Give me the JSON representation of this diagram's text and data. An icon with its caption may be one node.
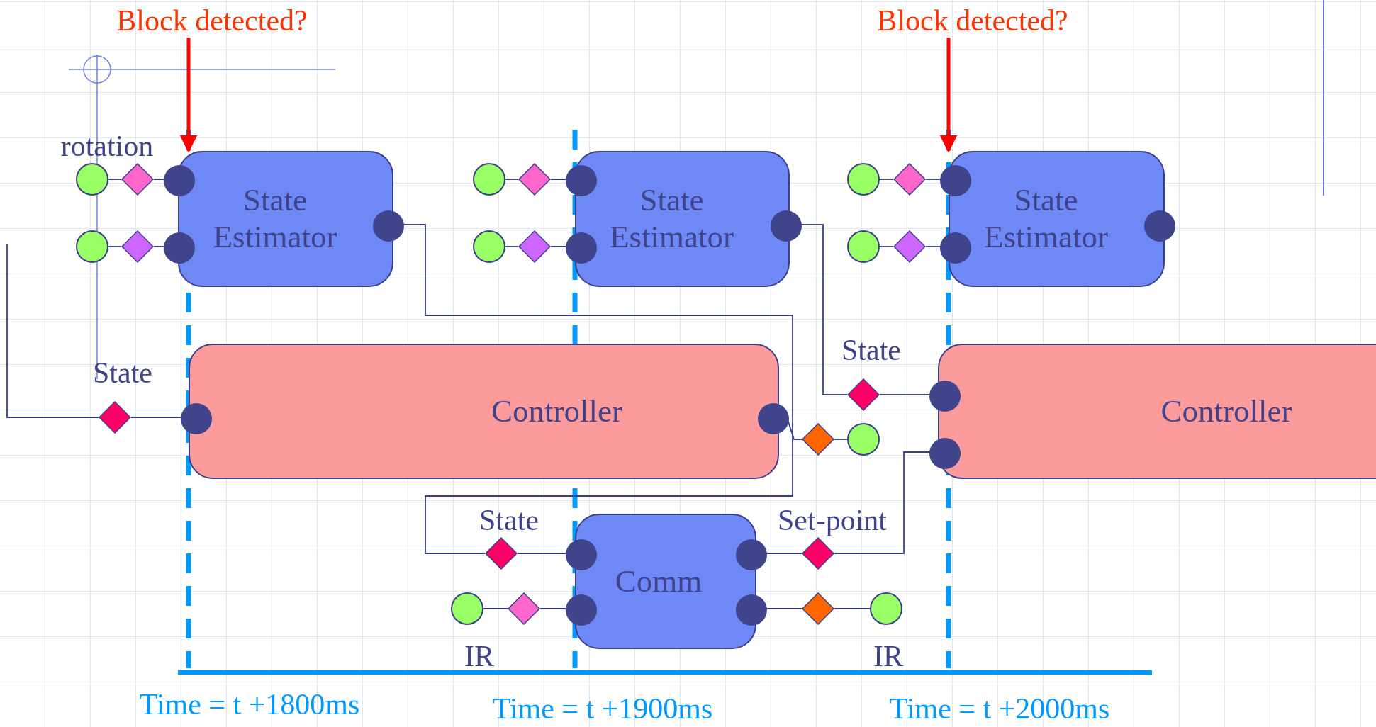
{
  "diagram": {
    "nodes": [
      {
        "text": [
          "Block detected?"
        ]
      },
      {
        "text": [
          "Block detected?"
        ]
      },
      {
        "text": [],
        "shape": "circle"
      },
      {
        "text": [],
        "shape": "diamond"
      },
      {
        "text": [
          "State Estimator"
        ]
      },
      {
        "text": [],
        "shape": "circle"
      },
      {
        "text": [],
        "shape": "diamond"
      },
      {
        "text": [],
        "shape": "circle"
      },
      {
        "text": [],
        "shape": "diamond"
      },
      {
        "text": [
          "State Estimator"
        ]
      },
      {
        "text": [],
        "shape": "circle"
      },
      {
        "text": [],
        "shape": "diamond"
      },
      {
        "text": [],
        "shape": "circle"
      },
      {
        "text": [],
        "shape": "diamond"
      },
      {
        "text": [
          "State Estimator"
        ]
      },
      {
        "text": [],
        "shape": "circle"
      },
      {
        "text": [],
        "shape": "diamond"
      },
      {
        "text": [],
        "shape": "diamond"
      },
      {
        "text": [
          "Controller"
        ]
      },
      {
        "text": [],
        "shape": "diamond"
      },
      {
        "text": [
          "Controller"
        ]
      },
      {
        "text": [],
        "shape": "diamond"
      },
      {
        "text": [],
        "shape": "circle"
      },
      {
        "text": [],
        "shape": "diamond"
      },
      {
        "text": [
          "Comm"
        ]
      },
      {
        "text": [],
        "shape": "diamond"
      },
      {
        "text": [],
        "shape": "circle"
      },
      {
        "text": [],
        "shape": "diamond"
      },
      {
        "text": [],
        "shape": "diamond"
      },
      {
        "text": [],
        "shape": "circle"
      }
    ],
    "edges": [
      {
        "from": 0,
        "to": 4,
        "arrow": "to",
        "style": "thick",
        "color": "#ff0000"
      },
      {
        "from": 1,
        "to": 14,
        "arrow": "to",
        "style": "thick",
        "color": "#ff0000"
      },
      {
        "from": 2,
        "to": 3,
        "arrow": "none"
      },
      {
        "from": 3,
        "to": 4,
        "arrow": "none"
      },
      {
        "from": 5,
        "to": 6,
        "arrow": "none"
      },
      {
        "from": 6,
        "to": 4,
        "arrow": "none"
      },
      {
        "from": 7,
        "to": 8,
        "arrow": "none"
      },
      {
        "from": 8,
        "to": 9,
        "arrow": "none"
      },
      {
        "from": 10,
        "to": 11,
        "arrow": "none"
      },
      {
        "from": 11,
        "to": 9,
        "arrow": "none"
      },
      {
        "from": 12,
        "to": 13,
        "arrow": "none"
      },
      {
        "from": 13,
        "to": 14,
        "arrow": "none"
      },
      {
        "from": 15,
        "to": 16,
        "arrow": "none"
      },
      {
        "from": 16,
        "to": 14,
        "arrow": "none"
      },
      {
        "from": null,
        "to": 17,
        "arrow": "none"
      },
      {
        "from": 17,
        "to": 18,
        "arrow": "none"
      },
      {
        "from": 4,
        "to": 23,
        "arrow": "none"
      },
      {
        "from": 23,
        "to": 24,
        "arrow": "none"
      },
      {
        "from": 9,
        "to": 19,
        "arrow": "none"
      },
      {
        "from": 19,
        "to": 20,
        "arrow": "none"
      },
      {
        "from": 18,
        "to": 21,
        "arrow": "none"
      },
      {
        "from": 21,
        "to": 22,
        "arrow": "none"
      },
      {
        "from": 24,
        "to": 25,
        "arrow": "none"
      },
      {
        "from": 25,
        "to": 20,
        "arrow": "none"
      },
      {
        "from": 26,
        "to": 27,
        "arrow": "none"
      },
      {
        "from": 27,
        "to": 24,
        "arrow": "none"
      },
      {
        "from": 24,
        "to": 28,
        "arrow": "none"
      },
      {
        "from": 28,
        "to": 29,
        "arrow": "none"
      }
    ],
    "labels": [
      "rotation",
      "State",
      "State",
      "State",
      "Set-point",
      "IR",
      "IR",
      "Time = t +1800ms",
      "Time = t +1900ms",
      "Time = t +2000ms"
    ]
  }
}
